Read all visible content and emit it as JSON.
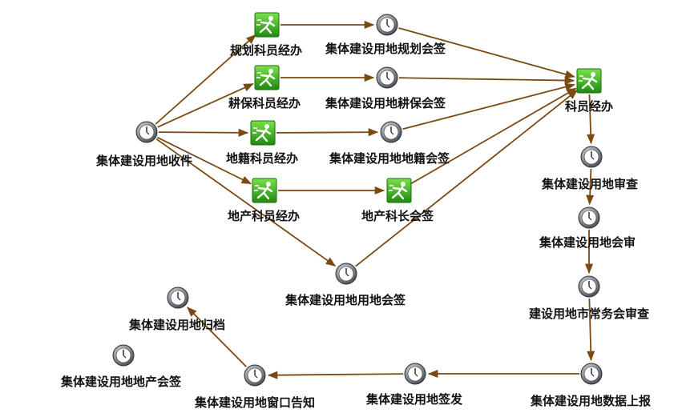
{
  "colors": {
    "edge": "#7a4a12",
    "green_icon": "#3aaa1e",
    "clock_face": "#ffffff",
    "clock_ring": "#6b6f75"
  },
  "nodes": [
    {
      "id": "n1",
      "label": "规划科员经办",
      "icon": "running-man-icon"
    },
    {
      "id": "n2",
      "label": "集体建设用地规划会签",
      "icon": "clock-icon"
    },
    {
      "id": "n3",
      "label": "耕保科员经办",
      "icon": "running-man-icon"
    },
    {
      "id": "n4",
      "label": "集体建设用地耕保会签",
      "icon": "clock-icon"
    },
    {
      "id": "n5",
      "label": "集体建设用地收件",
      "icon": "clock-icon"
    },
    {
      "id": "n6",
      "label": "地籍科员经办",
      "icon": "running-man-icon"
    },
    {
      "id": "n7",
      "label": "集体建设用地地籍会签",
      "icon": "clock-icon"
    },
    {
      "id": "n8",
      "label": "地产科员经办",
      "icon": "running-man-icon"
    },
    {
      "id": "n9",
      "label": "地产科长会签",
      "icon": "running-man-icon"
    },
    {
      "id": "n10",
      "label": "集体建设用地用地会签",
      "icon": "clock-icon"
    },
    {
      "id": "n11",
      "label": "科员经办",
      "icon": "running-man-icon"
    },
    {
      "id": "n12",
      "label": "集体建设用地审查",
      "icon": "clock-icon"
    },
    {
      "id": "n13",
      "label": "集体建设用地会审",
      "icon": "clock-icon"
    },
    {
      "id": "n14",
      "label": "建设用地市常务会审查",
      "icon": "clock-icon"
    },
    {
      "id": "n15",
      "label": "集体建设用地数据上报",
      "icon": "clock-icon"
    },
    {
      "id": "n16",
      "label": "集体建设用地签发",
      "icon": "clock-icon"
    },
    {
      "id": "n17",
      "label": "集体建设用地窗口告知",
      "icon": "clock-icon"
    },
    {
      "id": "n18",
      "label": "集体建设用地归档",
      "icon": "clock-icon"
    },
    {
      "id": "n19",
      "label": "集体建设用地地产会签",
      "icon": "clock-icon"
    }
  ],
  "edges": [
    [
      "n5",
      "n1"
    ],
    [
      "n5",
      "n3"
    ],
    [
      "n5",
      "n6"
    ],
    [
      "n5",
      "n8"
    ],
    [
      "n5",
      "n10"
    ],
    [
      "n1",
      "n2"
    ],
    [
      "n3",
      "n4"
    ],
    [
      "n6",
      "n7"
    ],
    [
      "n8",
      "n9"
    ],
    [
      "n2",
      "n11"
    ],
    [
      "n4",
      "n11"
    ],
    [
      "n7",
      "n11"
    ],
    [
      "n9",
      "n11"
    ],
    [
      "n10",
      "n11"
    ],
    [
      "n11",
      "n12"
    ],
    [
      "n12",
      "n13"
    ],
    [
      "n13",
      "n14"
    ],
    [
      "n14",
      "n15"
    ],
    [
      "n15",
      "n16"
    ],
    [
      "n16",
      "n17"
    ],
    [
      "n17",
      "n18"
    ]
  ]
}
